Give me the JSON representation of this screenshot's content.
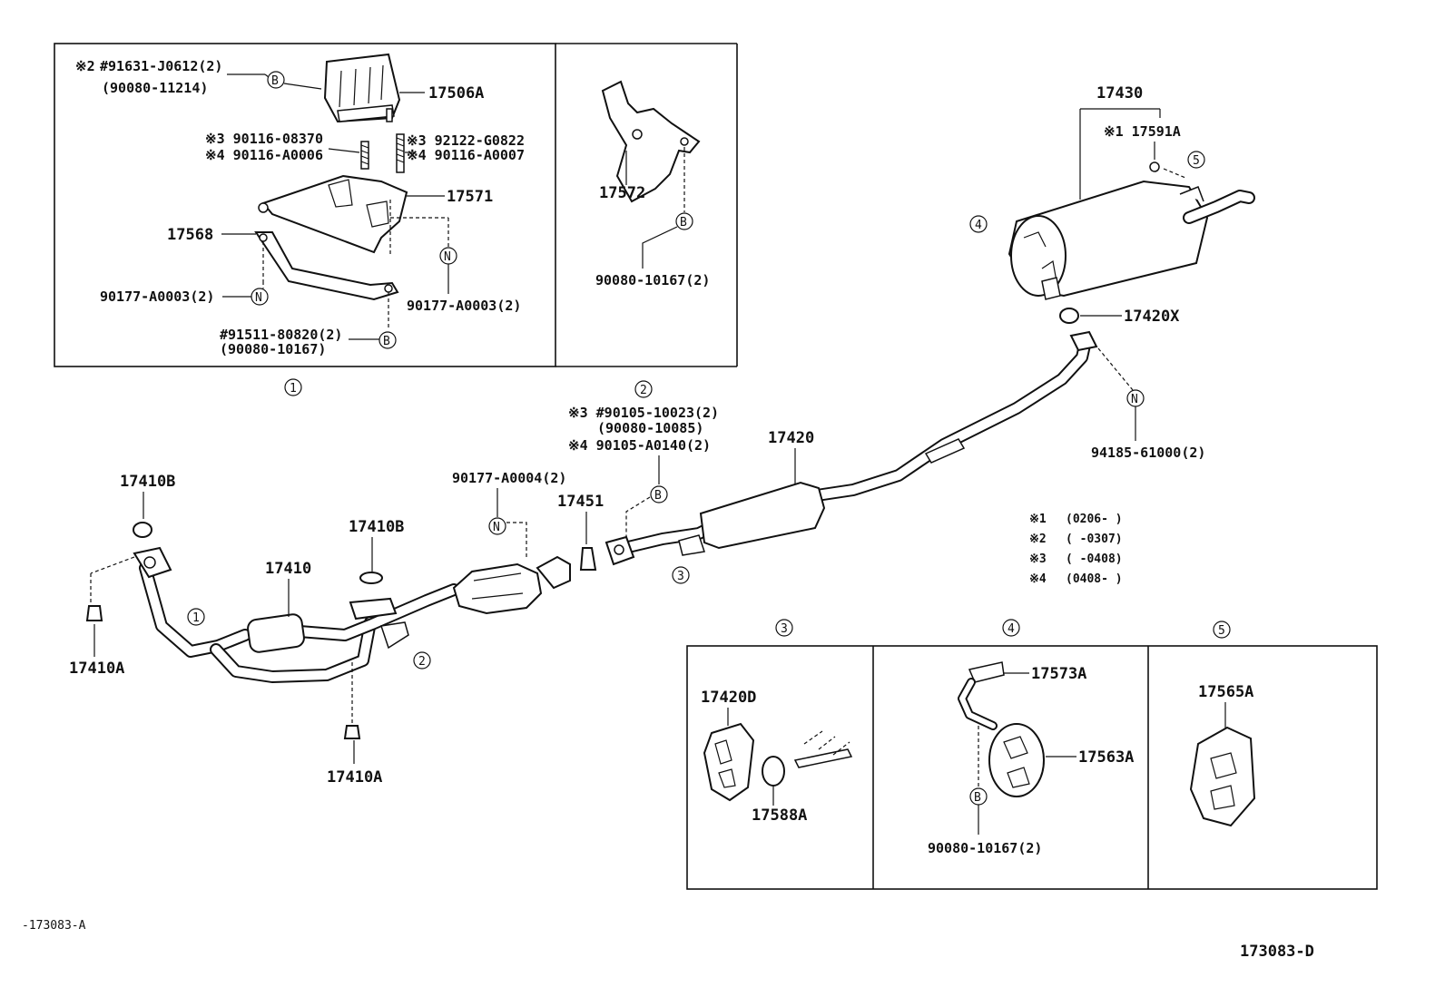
{
  "box1": {
    "note_ref_2": "※2",
    "hash_91631": "#91631-J0612(2)",
    "p_90080_11214": "(90080-11214)",
    "p_17506A": "17506A",
    "n3_90116": "※3 90116-08370",
    "n4_90116": "※4 90116-A0006",
    "n3_92122": "※3 92122-G0822",
    "n4_90116b": "※4 90116-A0007",
    "p_17571": "17571",
    "p_17568": "17568",
    "p_90177_left": "90177-A0003(2)",
    "p_90177_right": "90177-A0003(2)",
    "hash_91511": "#91511-80820(2)",
    "p_90080_10167": "(90080-10167)",
    "callout": "1"
  },
  "box2": {
    "p_17572": "17572",
    "p_90080_10167": "90080-10167(2)",
    "callout": "2"
  },
  "main": {
    "p_17410B_top": "17410B",
    "p_17410B_mid": "17410B",
    "p_17410": "17410",
    "p_17410A_left": "17410A",
    "p_17410A_bottom": "17410A",
    "p_90177_A0004": "90177-A0004(2)",
    "p_17451": "17451",
    "n3_90105": "※3 #90105-10023(2)",
    "p_90080_10085": "(90080-10085)",
    "n4_90105": "※4 90105-A0140(2)",
    "p_17420": "17420",
    "p_17430": "17430",
    "n1_17591A": "※1 17591A",
    "p_17420X": "17420X",
    "p_94185": "94185-61000(2)",
    "callout_1": "1",
    "callout_2": "2",
    "callout_3": "3",
    "callout_4": "4",
    "callout_5": "5"
  },
  "notes": [
    {
      "mark": "※1",
      "range": "(0206-      )"
    },
    {
      "mark": "※2",
      "range": "(      -0307)"
    },
    {
      "mark": "※3",
      "range": "(      -0408)"
    },
    {
      "mark": "※4",
      "range": "(0408-      )"
    }
  ],
  "box3": {
    "callout": "3",
    "p_17420D": "17420D",
    "p_17588A": "17588A"
  },
  "box4": {
    "callout": "4",
    "p_17573A": "17573A",
    "p_17563A": "17563A",
    "p_90080_10167": "90080-10167(2)"
  },
  "box5": {
    "callout": "5",
    "p_17565A": "17565A"
  },
  "marker_B": "B",
  "marker_N": "N",
  "footer_left": "-173083-A",
  "footer_right": "173083-D"
}
